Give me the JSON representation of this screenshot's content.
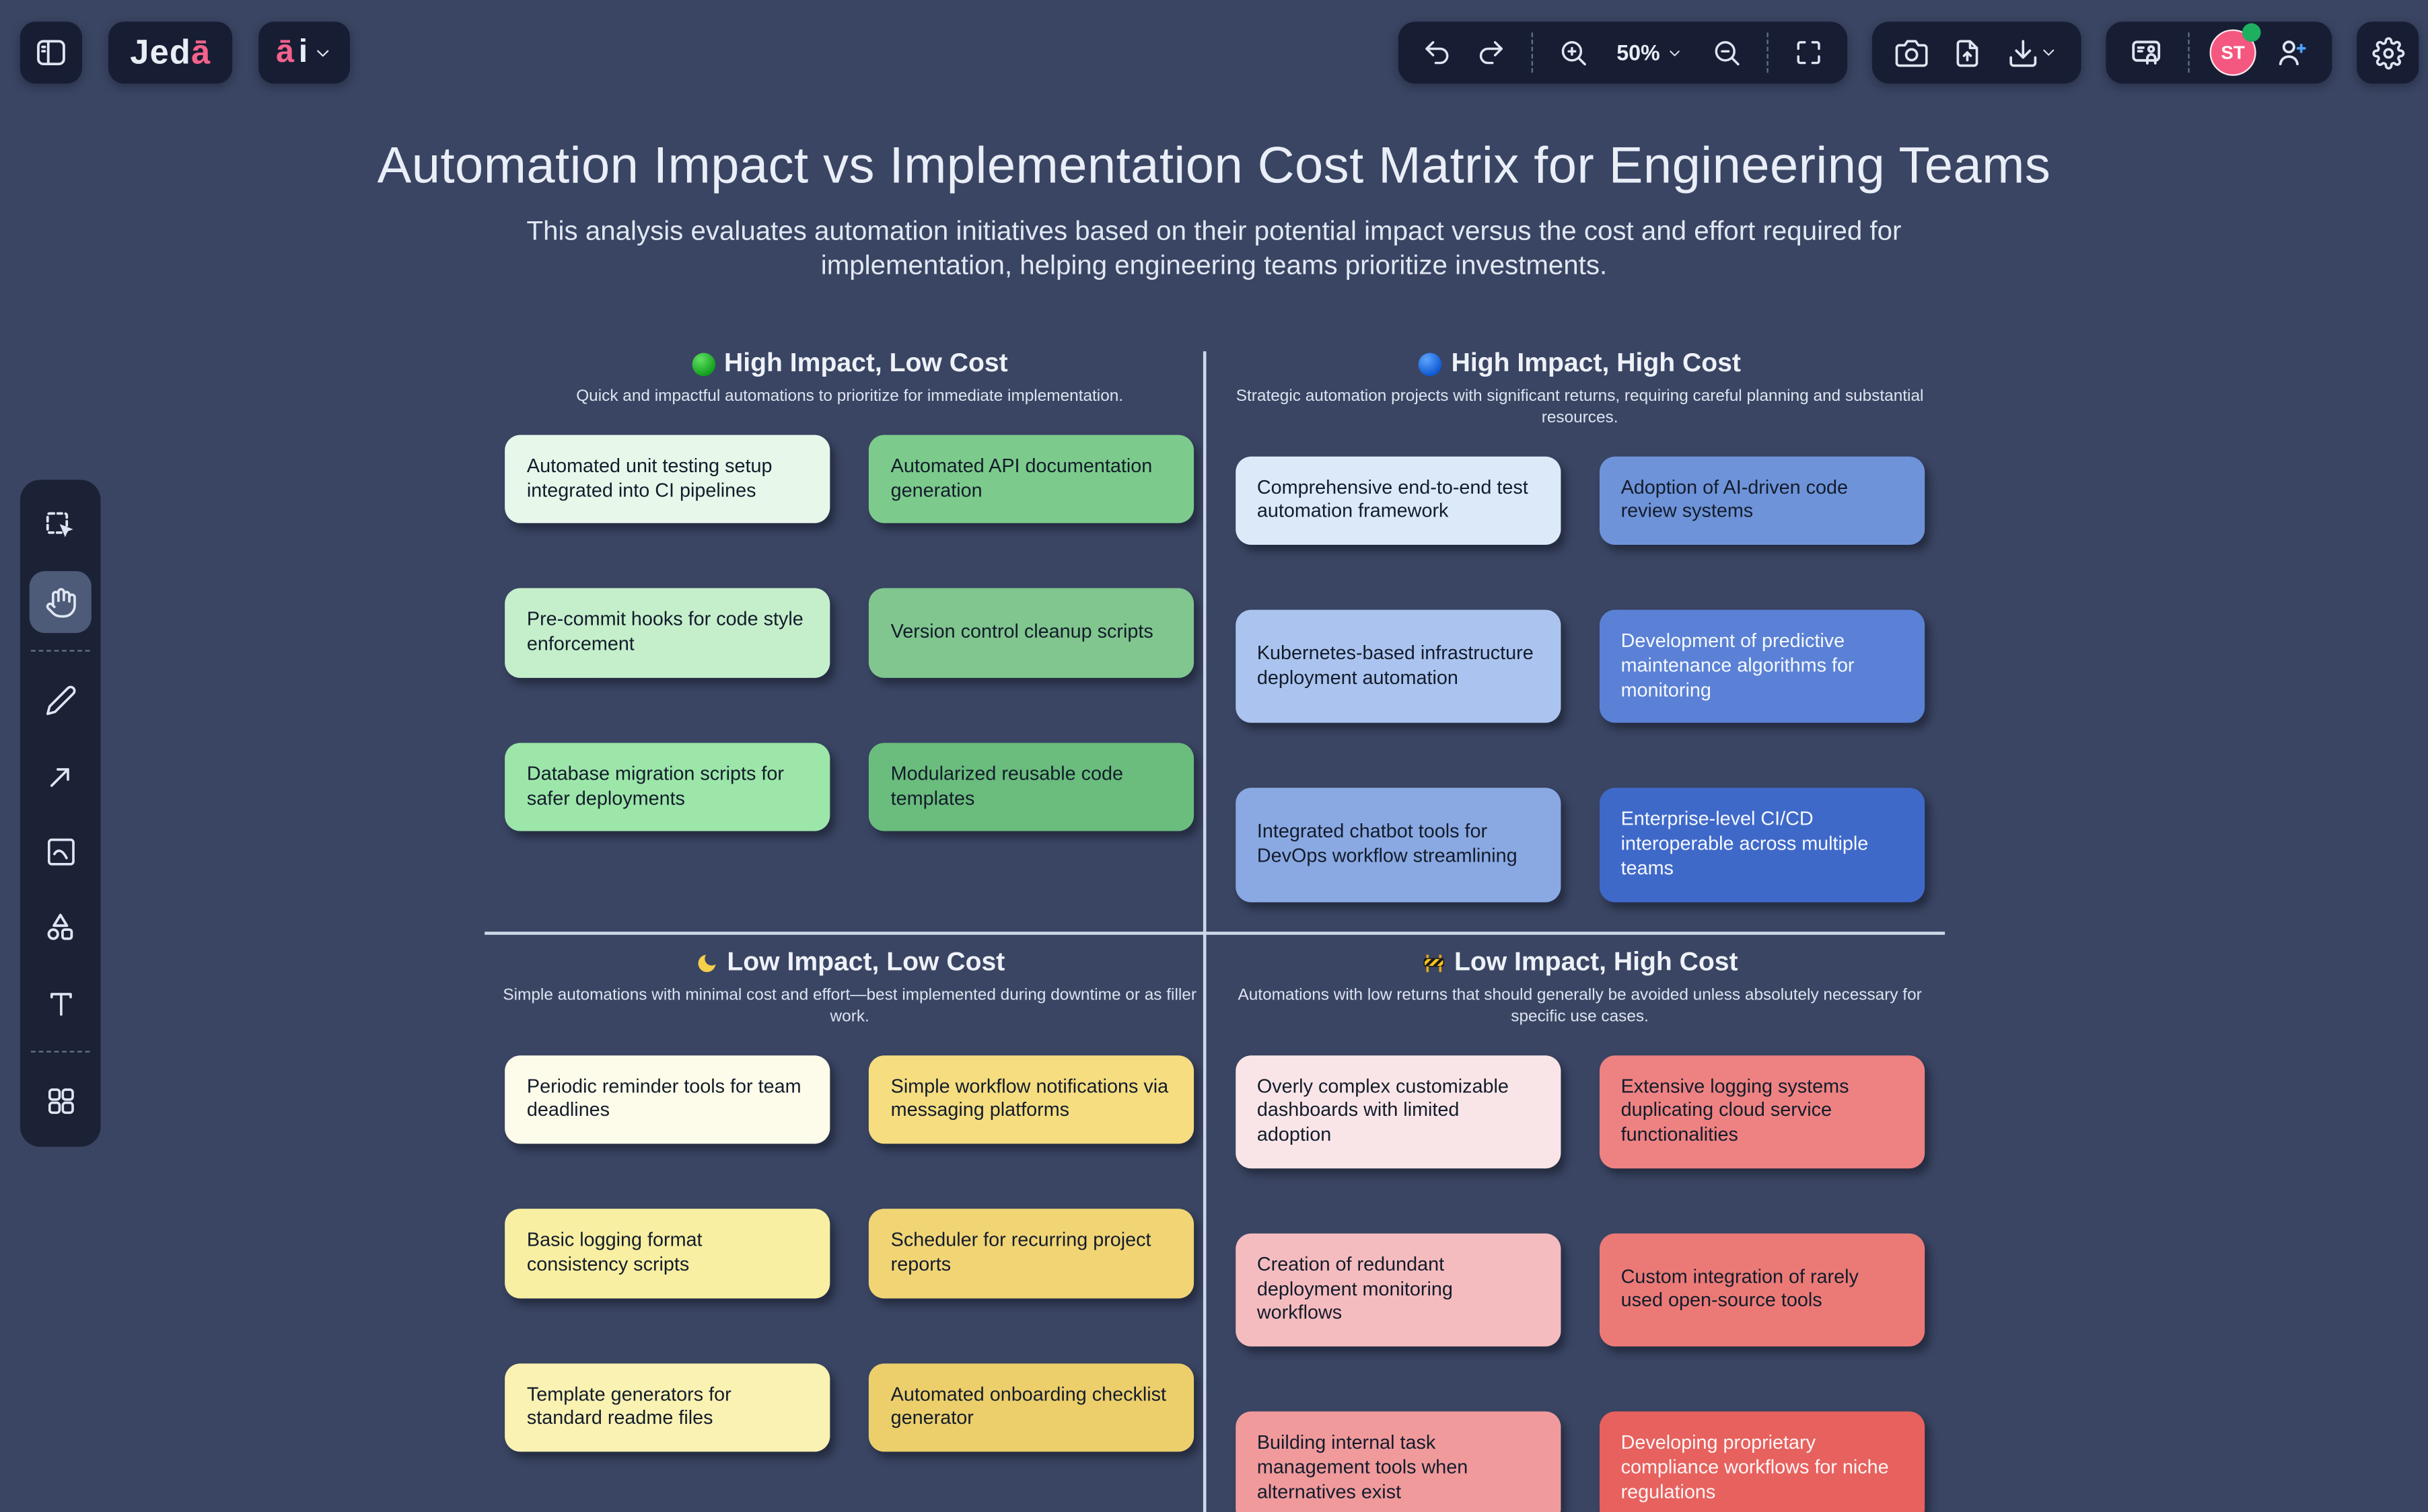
{
  "topbar": {
    "logo": {
      "primary": "Jed",
      "accent": "ā"
    },
    "ai_menu": {
      "accent": "ā",
      "secondary": "i"
    },
    "zoom_level": "50%",
    "avatar": {
      "initials": "ST"
    },
    "icons": [
      "panel-toggle",
      "undo",
      "redo",
      "zoom-in",
      "zoom-out",
      "fullscreen",
      "camera",
      "file-upload",
      "download",
      "presentation",
      "add-user",
      "settings"
    ]
  },
  "sidebar": {
    "active_tool": "hand",
    "tools": [
      "select",
      "hand",
      "pencil",
      "arrow",
      "image",
      "shapes",
      "text",
      "templates"
    ]
  },
  "board": {
    "title": "Automation Impact vs Implementation Cost Matrix for Engineering Teams",
    "subtitle": "This analysis evaluates automation initiatives based on their potential impact versus the cost and effort required for implementation, helping engineering teams prioritize investments.",
    "quadrants": [
      {
        "icon": "green-circle",
        "title": "High Impact, Low Cost",
        "description": "Quick and impactful automations to prioritize for immediate implementation.",
        "cards": [
          {
            "text": "Automated unit testing setup integrated into CI pipelines",
            "bg": "#e7f7ea",
            "fg": "#131c2b"
          },
          {
            "text": "Automated API documentation generation",
            "bg": "#7ccb8c",
            "fg": "#131c2b"
          },
          {
            "text": "Pre-commit hooks for code style enforcement",
            "bg": "#c5efcb",
            "fg": "#131c2b"
          },
          {
            "text": "Version control cleanup scripts",
            "bg": "#80c68e",
            "fg": "#131c2b"
          },
          {
            "text": "Database migration scripts for safer deployments",
            "bg": "#9ce6a9",
            "fg": "#131c2b"
          },
          {
            "text": "Modularized reusable code templates",
            "bg": "#6abd7d",
            "fg": "#131c2b"
          }
        ]
      },
      {
        "icon": "blue-circle",
        "title": "High Impact, High Cost",
        "description": "Strategic automation projects with significant returns, requiring careful planning and substantial resources.",
        "cards": [
          {
            "text": "Comprehensive end-to-end test automation framework",
            "bg": "#dce9f9",
            "fg": "#131c2b"
          },
          {
            "text": "Adoption of AI-driven code review systems",
            "bg": "#6e93d9",
            "fg": "#131c2b"
          },
          {
            "text": "Kubernetes-based infrastructure deployment automation",
            "bg": "#abc4ef",
            "fg": "#131c2b"
          },
          {
            "text": "Development of predictive maintenance algorithms for monitoring",
            "bg": "#5a81d5",
            "fg": "#f5f8ff"
          },
          {
            "text": "Integrated chatbot tools for DevOps workflow streamlining",
            "bg": "#8aa9e3",
            "fg": "#131c2b"
          },
          {
            "text": "Enterprise-level CI/CD interoperable across multiple teams",
            "bg": "#3f69c9",
            "fg": "#f5f8ff"
          }
        ]
      },
      {
        "icon": "moon",
        "title": "Low Impact, Low Cost",
        "description": "Simple automations with minimal cost and effort—best implemented during downtime or as filler work.",
        "cards": [
          {
            "text": "Periodic reminder tools for team deadlines",
            "bg": "#fdfbe9",
            "fg": "#131c2b"
          },
          {
            "text": "Simple workflow notifications via messaging platforms",
            "bg": "#f5dd80",
            "fg": "#131c2b"
          },
          {
            "text": "Basic logging format consistency scripts",
            "bg": "#f8efa2",
            "fg": "#131c2b"
          },
          {
            "text": "Scheduler for recurring project reports",
            "bg": "#f1d575",
            "fg": "#131c2b"
          },
          {
            "text": "Template generators for standard readme files",
            "bg": "#faf2b3",
            "fg": "#131c2b"
          },
          {
            "text": "Automated onboarding checklist generator",
            "bg": "#eccf6b",
            "fg": "#131c2b"
          }
        ]
      },
      {
        "icon": "construction",
        "title": "Low Impact, High Cost",
        "description": "Automations with low returns that should generally be avoided unless absolutely necessary for specific use cases.",
        "cards": [
          {
            "text": "Overly complex customizable dashboards with limited adoption",
            "bg": "#f9e5e7",
            "fg": "#131c2b"
          },
          {
            "text": "Extensive logging systems duplicating cloud service functionalities",
            "bg": "#ee8282",
            "fg": "#131c2b"
          },
          {
            "text": "Creation of redundant deployment monitoring workflows",
            "bg": "#f5bcbf",
            "fg": "#131c2b"
          },
          {
            "text": "Custom integration of rarely used open-source tools",
            "bg": "#eb7a77",
            "fg": "#131c2b"
          },
          {
            "text": "Building internal task management tools when alternatives exist",
            "bg": "#f09a9c",
            "fg": "#131c2b"
          },
          {
            "text": "Developing proprietary compliance workflows for niche regulations",
            "bg": "#e7615e",
            "fg": "#fdf6f6"
          }
        ]
      }
    ]
  },
  "colors": {
    "canvas_bg": "#3a4563",
    "panel_bg": "#171e33",
    "accent_pink": "#f4628c",
    "online_green": "#1db05f",
    "divider_line": "#cfd8e8"
  }
}
